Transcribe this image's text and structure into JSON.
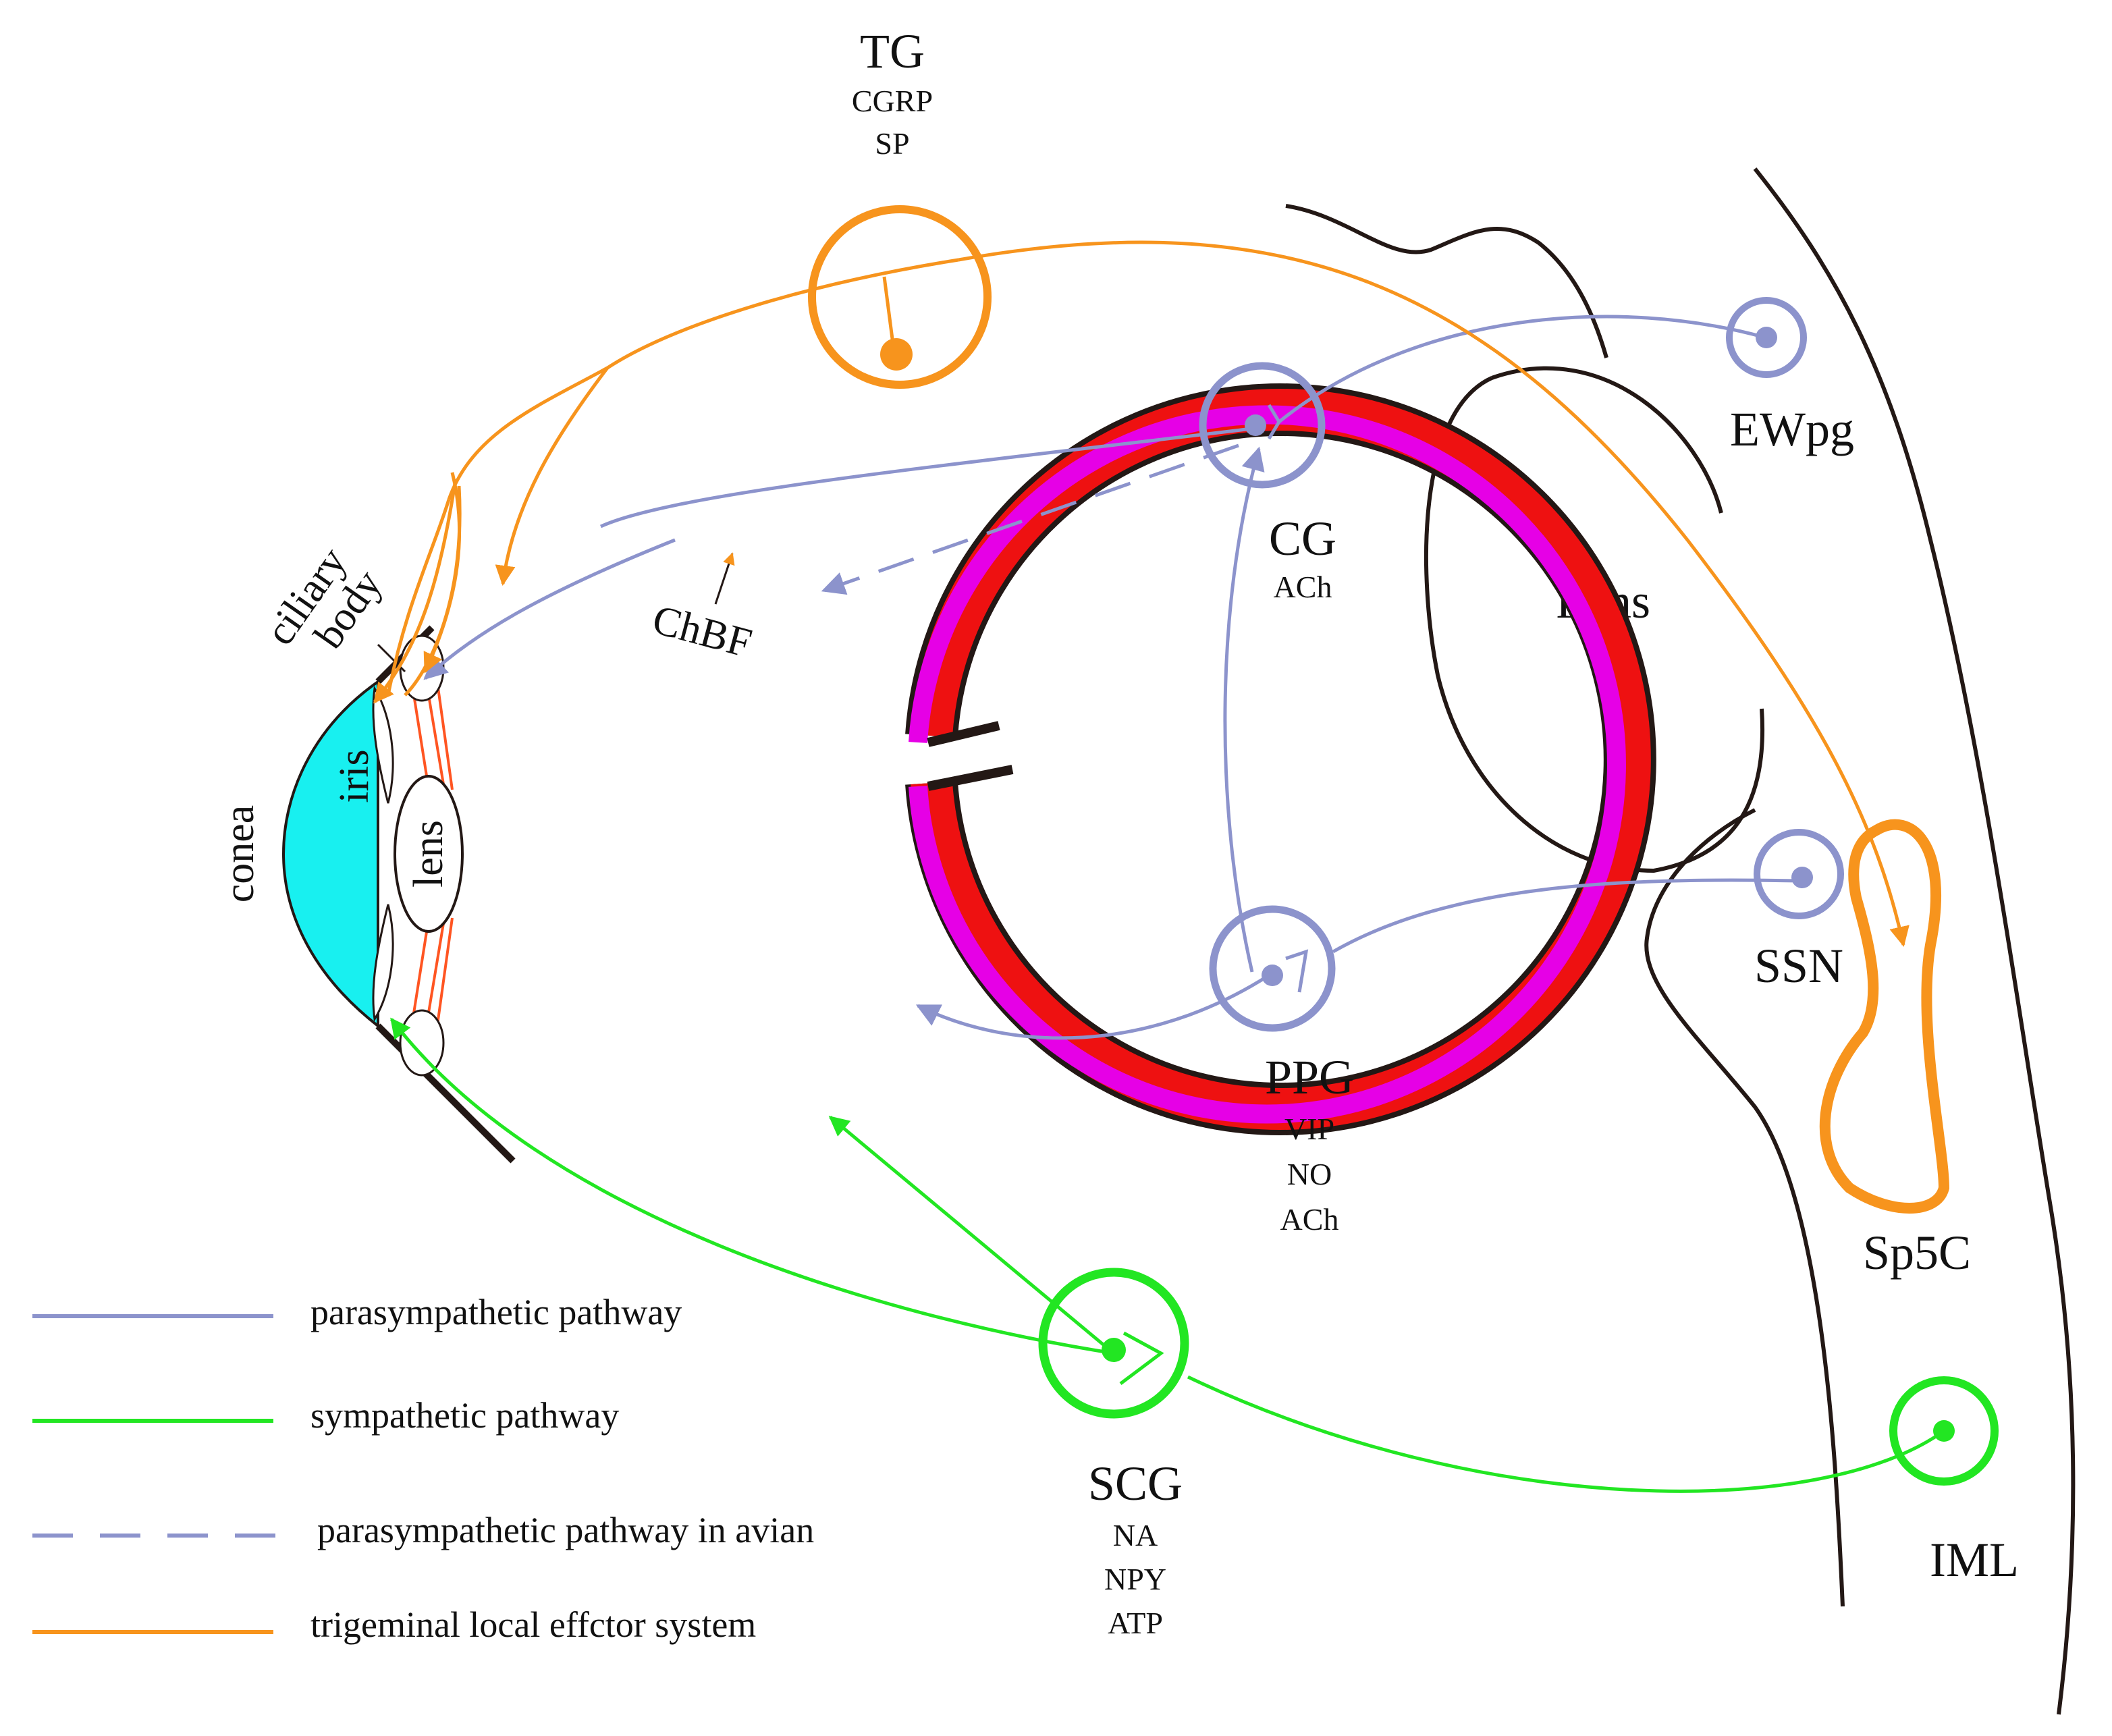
{
  "colors": {
    "parasympathetic": "#8c93cc",
    "sympathetic": "#22e622",
    "trigeminal": "#f7941d",
    "cornea_fill": "#18f0f0",
    "choroid": "#e600e6",
    "sclera_red": "#ee1111",
    "outline": "#231815"
  },
  "nodes": {
    "tg": {
      "name": "TG",
      "transmitters": [
        "CGRP",
        "SP"
      ]
    },
    "cg": {
      "name": "CG",
      "transmitters": [
        "ACh"
      ]
    },
    "ppg": {
      "name": "PPG",
      "transmitters": [
        "VIP",
        "NO",
        "ACh"
      ]
    },
    "scg": {
      "name": "SCG",
      "transmitters": [
        "NA",
        "NPY",
        "ATP"
      ]
    },
    "ewpg": {
      "name": "EWpg"
    },
    "ssn": {
      "name": "SSN"
    },
    "sp5c": {
      "name": "Sp5C"
    },
    "iml": {
      "name": "IML"
    }
  },
  "anatomy": {
    "pons": "Pons",
    "cornea": "conea",
    "iris": "iris",
    "lens": "lens",
    "ciliary_body_line1": "ciliary",
    "ciliary_body_line2": "body",
    "chbf": "ChBF"
  },
  "legend": [
    {
      "label": "parasympathetic pathway",
      "color": "#8c93cc",
      "dashed": false
    },
    {
      "label": "sympathetic pathway",
      "color": "#22e622",
      "dashed": false
    },
    {
      "label": "parasympathetic pathway in avian",
      "color": "#8c93cc",
      "dashed": true
    },
    {
      "label": "trigeminal local effctor system",
      "color": "#f7941d",
      "dashed": false
    }
  ]
}
